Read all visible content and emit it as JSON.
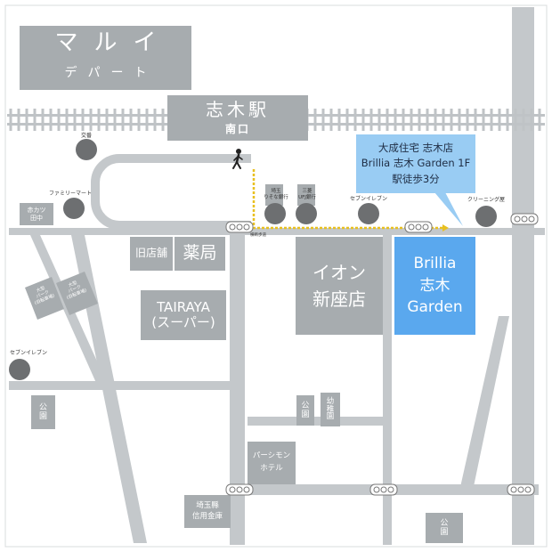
{
  "labels": {
    "marui": {
      "name": "マルイ",
      "sub": "デパート"
    },
    "station": {
      "name": "志木駅",
      "exit": "南口"
    },
    "kouban": "交番",
    "familymart": "ファミリーマート",
    "akakatsu": "赤カツ\n田中",
    "saitama_resona": "埼玉\nりそな銀行",
    "mitsubishi_ufj": "三菱\nUFJ銀行",
    "seven_top": "セブンイレブン",
    "cleaning": "クリーニング屋",
    "old_store": "旧店舗",
    "pharmacy": "薬局",
    "tairaya": "TAIRAYA\n(スーパー)",
    "aeon": "イオン\n新座店",
    "target": "Brillia\n志木\nGarden",
    "parking_1": "大型\nパーク\n(自転車場)",
    "parking_2": "大型\nパーク\n(自転車場)",
    "seven_left": "セブンイレブン",
    "park_left": "公\n園",
    "park_center": "公\n園",
    "kindergarten": "幼\n稚\n園",
    "persimmon": "パーシモン\nホテル",
    "saitama_shinkin": "埼玉縣\n信用金庫",
    "park_bottom": "公\n園",
    "crosswalk": "横断歩道"
  },
  "callout": {
    "line1": "大成住宅 志木店",
    "line2": "Brillia 志木 Garden 1F",
    "line3": "駅徒歩3分"
  },
  "colors": {
    "road": "#c4c8cb",
    "block": "#a7acaf",
    "target": "#5aa8ee",
    "callout": "#99ccf3",
    "route": "#e8c020",
    "pin": "#6d6f71"
  },
  "icons": [
    "walking-person-icon",
    "traffic-signal-icon",
    "location-pin-icon"
  ]
}
